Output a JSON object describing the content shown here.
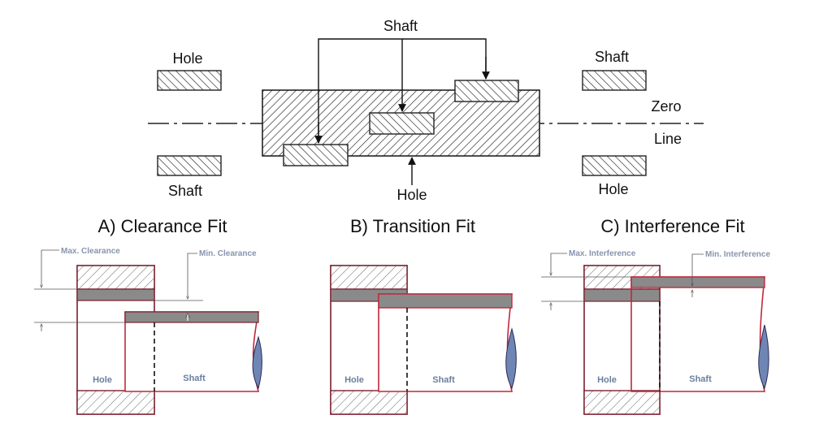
{
  "top": {
    "shaft_top": "Shaft",
    "hole_left": "Hole",
    "shaft_left": "Shaft",
    "shaft_right": "Shaft",
    "hole_right": "Hole",
    "hole_bottom": "Hole",
    "zero": "Zero",
    "line": "Line"
  },
  "fits": {
    "clearance": {
      "title": "A) Clearance Fit",
      "max_label": "Max. Clearance",
      "min_label": "Min. Clearance",
      "hole_label": "Hole",
      "shaft_label": "Shaft"
    },
    "transition": {
      "title": "B) Transition Fit",
      "hole_label": "Hole",
      "shaft_label": "Shaft"
    },
    "interference": {
      "title": "C) Interference Fit",
      "max_label": "Max. Interference",
      "min_label": "Min. Interference",
      "hole_label": "Hole",
      "shaft_label": "Shaft"
    }
  },
  "colors": {
    "outline": "#7a1f2e",
    "shaft_outline": "#c0283c",
    "band_fill": "#8a8a8a",
    "shaft_tip_fill": "#6f86b5",
    "label_blue": "#8795ad"
  }
}
